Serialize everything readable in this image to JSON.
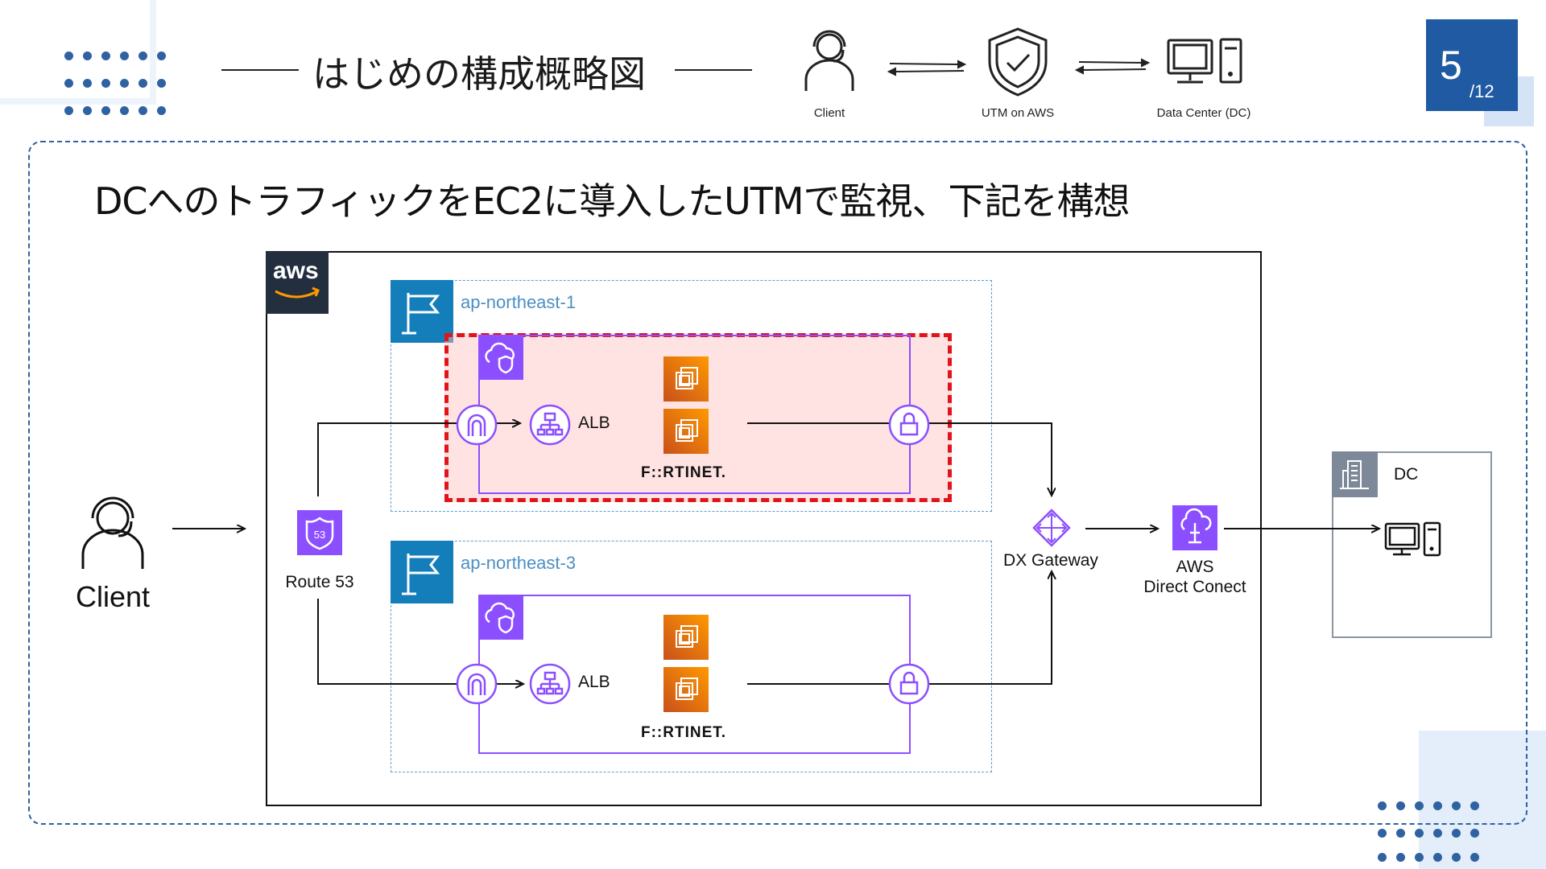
{
  "header": {
    "title": "はじめの構成概略図",
    "flow": [
      {
        "label": "Client",
        "icon": "headset-user-icon"
      },
      {
        "label": "UTM on AWS",
        "icon": "shield-check-icon"
      },
      {
        "label": "Data Center (DC)",
        "icon": "desktop-computer-icon"
      }
    ]
  },
  "page": {
    "current": "5",
    "total": "/12"
  },
  "headline": "DCへのトラフィックをEC2に導入したUTMで監視、下記を構想",
  "diagram": {
    "aws_logo": "aws",
    "client_label": "Client",
    "route53_label": "Route 53",
    "route53_badge": "53",
    "regions": [
      {
        "name": "ap-northeast-1",
        "alb_label": "ALB",
        "vendor": "F::RTINET.",
        "highlighted": true
      },
      {
        "name": "ap-northeast-3",
        "alb_label": "ALB",
        "vendor": "F::RTINET.",
        "highlighted": false
      }
    ],
    "dx_gateway_label": "DX Gateway",
    "direct_connect_label_1": "AWS",
    "direct_connect_label_2": "Direct Conect",
    "dc_label": "DC"
  },
  "colors": {
    "accent_blue": "#1f5aa3",
    "aws_purple": "#8c4fff",
    "ec2_orange": "#ff9900",
    "region_blue": "#147eba",
    "highlight_red": "#e0151b"
  }
}
